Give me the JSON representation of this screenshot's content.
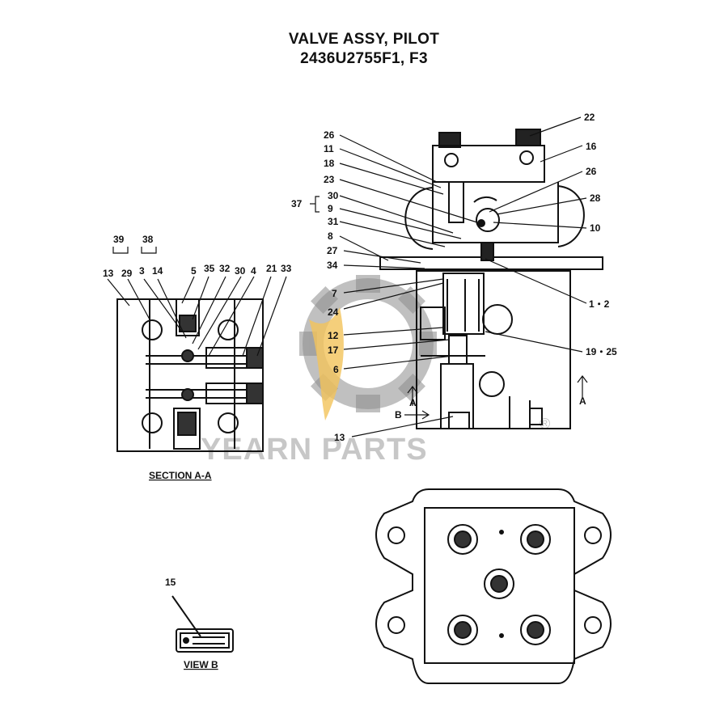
{
  "title": {
    "line1": "VALVE ASSY,  PILOT",
    "line2": "2436U2755F1, F3"
  },
  "watermark": {
    "text": "YEARN PARTS",
    "registered": "®",
    "colors": {
      "gear": "#8c8c8c",
      "flame": "#f2c35a"
    }
  },
  "captions": {
    "section": "SECTION A-A",
    "view": "VIEW B"
  },
  "section_labels": {
    "group_39": "39",
    "group_38": "38",
    "group_37": "37",
    "a_top": "A",
    "a_right": "A",
    "b_left": "B"
  },
  "callouts": {
    "c22": "22",
    "c16": "16",
    "c26a": "26",
    "c11": "11",
    "c18": "18",
    "c23": "23",
    "c26b": "26",
    "c30a": "30",
    "c9": "9",
    "c28": "28",
    "c10": "10",
    "c31": "31",
    "c8": "8",
    "c27": "27",
    "c34": "34",
    "c1_2": "1・2",
    "c7": "7",
    "c24": "24",
    "c12": "12",
    "c17": "17",
    "c19_25": "19・25",
    "c6": "6",
    "c13a": "13",
    "c13b": "13",
    "c29": "29",
    "c3": "3",
    "c14": "14",
    "c5": "5",
    "c35": "35",
    "c32": "32",
    "c30b": "30",
    "c4": "4",
    "c21": "21",
    "c33": "33",
    "c15": "15"
  }
}
